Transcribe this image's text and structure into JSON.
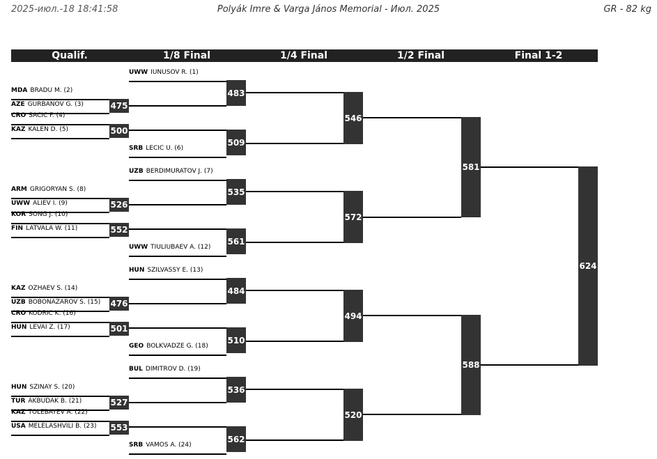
{
  "header": {
    "date": "2025-июл.-18 18:41:58",
    "title": "Polyák Imre & Varga János Memorial - Июл. 2025",
    "category": "GR - 82 kg"
  },
  "rounds": [
    "Qualif.",
    "1/8 Final",
    "1/4 Final",
    "1/2 Final",
    "Final 1-2"
  ],
  "athletes": [
    {
      "nat": "UWW",
      "name": "IUNUSOV R. (1)"
    },
    {
      "nat": "MDA",
      "name": "BRADU M. (2)"
    },
    {
      "nat": "AZE",
      "name": "GURBANOV G. (3)"
    },
    {
      "nat": "CRO",
      "name": "SACIC F. (4)"
    },
    {
      "nat": "KAZ",
      "name": "KALEN D. (5)"
    },
    {
      "nat": "SRB",
      "name": "LECIC U. (6)"
    },
    {
      "nat": "UZB",
      "name": "BERDIMURATOV J. (7)"
    },
    {
      "nat": "ARM",
      "name": "GRIGORYAN S. (8)"
    },
    {
      "nat": "UWW",
      "name": "ALIEV I. (9)"
    },
    {
      "nat": "KOR",
      "name": "SONG J. (10)"
    },
    {
      "nat": "FIN",
      "name": "LATVALA W. (11)"
    },
    {
      "nat": "UWW",
      "name": "TIULIUBAEV A. (12)"
    },
    {
      "nat": "HUN",
      "name": "SZILVASSY E. (13)"
    },
    {
      "nat": "KAZ",
      "name": "OZHAEV S. (14)"
    },
    {
      "nat": "UZB",
      "name": "BOBONAZAROV S. (15)"
    },
    {
      "nat": "CRO",
      "name": "KODRIC K. (16)"
    },
    {
      "nat": "HUN",
      "name": "LEVAI Z. (17)"
    },
    {
      "nat": "GEO",
      "name": "BOLKVADZE G. (18)"
    },
    {
      "nat": "BUL",
      "name": "DIMITROV D. (19)"
    },
    {
      "nat": "HUN",
      "name": "SZINAY S. (20)"
    },
    {
      "nat": "TUR",
      "name": "AKBUDAK B. (21)"
    },
    {
      "nat": "KAZ",
      "name": "TOLEBAYEV A. (22)"
    },
    {
      "nat": "USA",
      "name": "MELELASHVILI B. (23)"
    },
    {
      "nat": "SRB",
      "name": "VAMOS A. (24)"
    }
  ],
  "bouts": {
    "qualif": [
      "475",
      "500",
      "526",
      "552",
      "476",
      "501",
      "527",
      "553"
    ],
    "r16": [
      "483",
      "509",
      "535",
      "561",
      "484",
      "510",
      "536",
      "562"
    ],
    "qf": [
      "546",
      "572",
      "494",
      "520"
    ],
    "sf": [
      "581",
      "588"
    ],
    "final": [
      "624"
    ]
  }
}
